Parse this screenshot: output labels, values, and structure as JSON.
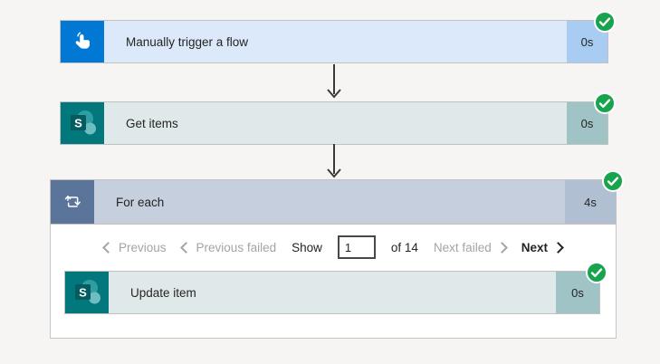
{
  "flow": {
    "trigger": {
      "title": "Manually trigger a flow",
      "duration": "0s",
      "status": "Succeeded"
    },
    "get_items": {
      "title": "Get items",
      "duration": "0s",
      "status": "Succeeded"
    },
    "for_each": {
      "title": "For each",
      "duration": "4s",
      "status": "Succeeded",
      "pagination": {
        "previous": "Previous",
        "previous_failed": "Previous failed",
        "show": "Show",
        "page_value": "1",
        "of_total": "of 14",
        "next_failed": "Next failed",
        "next": "Next"
      },
      "children": {
        "update_item": {
          "title": "Update item",
          "duration": "0s",
          "status": "Succeeded"
        }
      }
    }
  },
  "icons": {
    "trigger": "manual-trigger-hand",
    "get_items": "sharepoint-logo",
    "update_item": "sharepoint-logo",
    "for_each": "loop-arrows",
    "status": "check-circle"
  },
  "colors": {
    "page_background": "#f6f5f4",
    "trigger_accent": "#0078d4",
    "trigger_body": "#dbe9fa",
    "trigger_badge": "#a8ccf2",
    "sharepoint_accent": "#03787c",
    "sharepoint_body": "#dfe9e9",
    "sharepoint_badge": "#a0c3c6",
    "foreach_accent": "#5a7599",
    "foreach_body": "#c6cfdd",
    "foreach_badge": "#b1bfd3",
    "success_green": "#18a34d",
    "disabled_text": "#a6a4a2",
    "text": "#252423"
  }
}
